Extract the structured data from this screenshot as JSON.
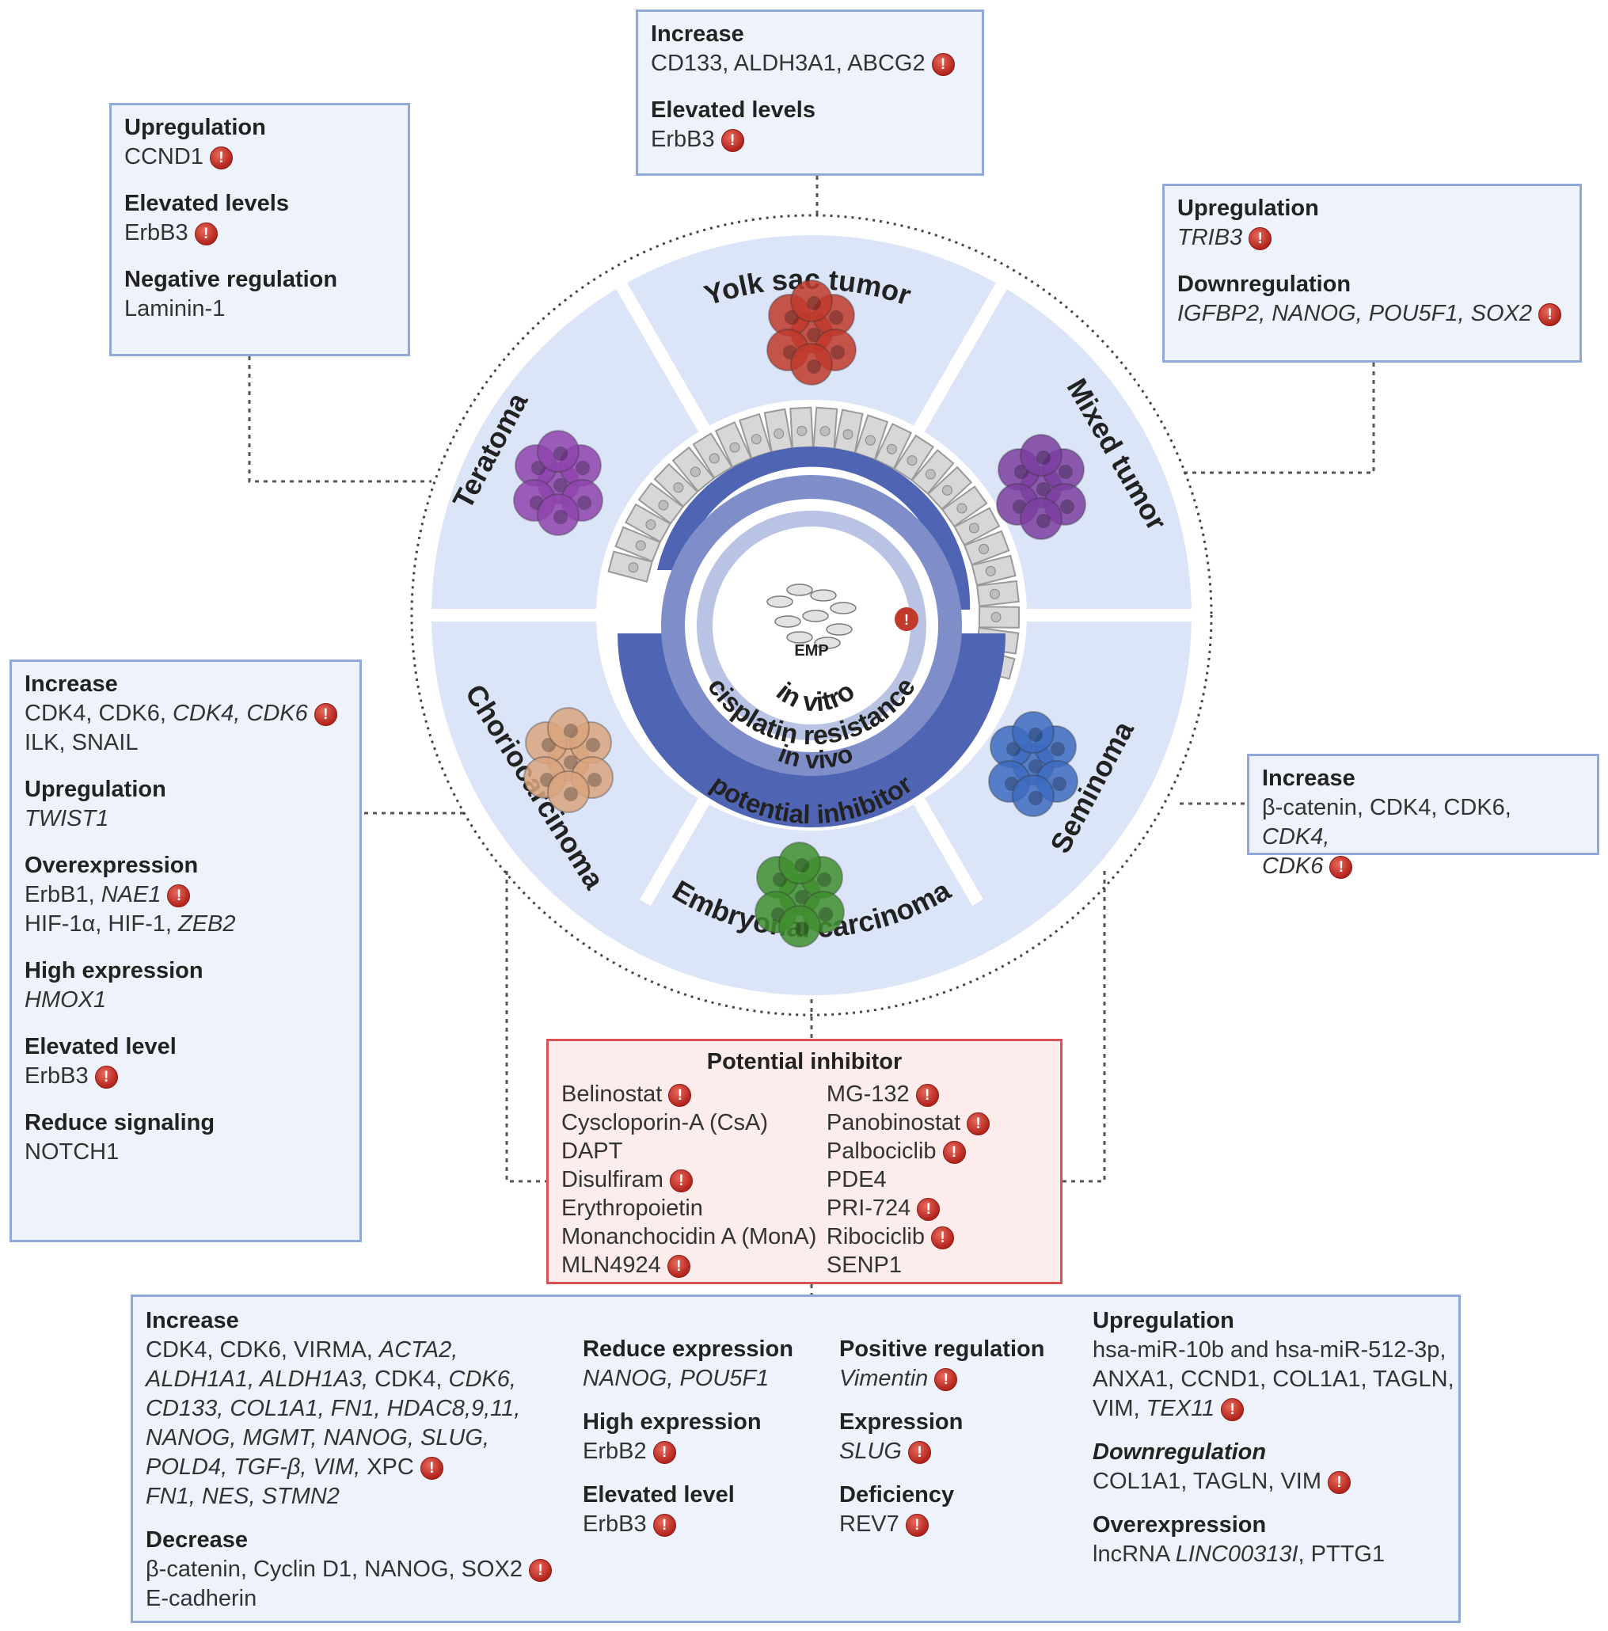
{
  "center": {
    "emp": "EMP",
    "in_vitro": "in vitro",
    "cisplatin_resistance": "cisplatin resistance",
    "in_vivo": "in vivo",
    "potential_inhibitor": "potential inhibitor"
  },
  "segments": {
    "yolk_sac": "Yolk sac tumor",
    "mixed": "Mixed tumor",
    "seminoma": "Seminoma",
    "embryonal": "Embryonal carcinoma",
    "choriocarcinoma": "Choriocarcinoma",
    "teratoma": "Teratoma"
  },
  "colors": {
    "segment_fill": "#dbe5f7",
    "ring_dark": "#5064b4",
    "ring_mid": "#7f8ec9",
    "ring_light": "#b9c4e4",
    "alert_red": "#c0392b",
    "yolk_sac_cells": "#c0392b",
    "mixed_cells": "#7b3fa0",
    "seminoma_cells": "#3d6bbf",
    "embryonal_cells": "#3f8f2f",
    "chorio_cells": "#d9a47e",
    "teratoma_cells": "#8e44ad"
  },
  "teratoma_box": {
    "s1_h": "Upregulation",
    "s1_t": "CCND1",
    "s2_h": "Elevated levels",
    "s2_t": "ErbB3",
    "s3_h": "Negative regulation",
    "s3_t": "Laminin-1"
  },
  "yolk_box": {
    "s1_h": "Increase",
    "s1_t": "CD133, ALDH3A1, ABCG2",
    "s2_h": "Elevated levels",
    "s2_t": "ErbB3"
  },
  "mixed_box": {
    "s1_h": "Upregulation",
    "s1_t": "TRIB3",
    "s2_h": "Downregulation",
    "s2_t": "IGFBP2, NANOG, POU5F1, SOX2"
  },
  "chorio_box": {
    "s1_h": "Increase",
    "s1_l1": "CDK4, CDK6, ",
    "s1_l1i": "CDK4, CDK6",
    "s1_l2": "ILK, SNAIL",
    "s2_h": "Upregulation",
    "s2_t": "TWIST1",
    "s3_h": "Overexpression",
    "s3_l1": "ErbB1, ",
    "s3_l1i": "NAE1",
    "s3_l2": "HIF-1α, HIF-1, ",
    "s3_l2i": "ZEB2",
    "s4_h": "High expression",
    "s4_t": "HMOX1",
    "s5_h": "Elevated level",
    "s5_t": "ErbB3",
    "s6_h": "Reduce signaling",
    "s6_t": "NOTCH1"
  },
  "seminoma_box": {
    "s1_h": "Increase",
    "s1_l1": "β-catenin, CDK4, CDK6, ",
    "s1_l1i": "CDK4,",
    "s1_l2i": "CDK6"
  },
  "inhibitor_box": {
    "title": "Potential inhibitor",
    "left": [
      "Belinostat",
      "Cyscloporin-A (CsA)",
      "DAPT",
      "Disulfiram",
      "Erythropoietin",
      "Monanchocidin A (MonA)",
      "MLN4924"
    ],
    "right": [
      "MG-132",
      "Panobinostat",
      "Palbociclib",
      "PDE4",
      "PRI-724",
      "Ribociclib",
      "SENP1"
    ]
  },
  "embryonal_box": {
    "c1_h": "Increase",
    "c1_l1": "CDK4, CDK6, VIRMA, ",
    "c1_l1i": "ACTA2,",
    "c1_l2i": "ALDH1A1, ALDH1A3,",
    "c1_l2": " CDK4, ",
    "c1_l2i2": "CDK6,",
    "c1_l3i": "CD133, COL1A1, FN1, HDAC8,9,11,",
    "c1_l4i": "NANOG, MGMT, NANOG, SLUG,",
    "c1_l5i": "POLD4, TGF-β, VIM,",
    "c1_l5": " XPC",
    "c1_l6i": "FN1, NES, STMN2",
    "c1_h2": "Decrease",
    "c1_d1": "β-catenin, Cyclin D1, NANOG, SOX2",
    "c1_d2": "E-cadherin",
    "c2_h1": "Reduce expression",
    "c2_t1": "NANOG, POU5F1",
    "c2_h2": "High expression",
    "c2_t2": "ErbB2",
    "c2_h3": "Elevated level",
    "c2_t3": "ErbB3",
    "c3_h1": "Positive regulation",
    "c3_t1": "Vimentin",
    "c3_h2": "Expression",
    "c3_t2": "SLUG",
    "c3_h3": "Deficiency",
    "c3_t3": "REV7",
    "c4_h1": "Upregulation",
    "c4_l1": "hsa-miR-10b and hsa-miR-512-3p,",
    "c4_l2": "ANXA1, CCND1, COL1A1, TAGLN,",
    "c4_l3": "VIM, ",
    "c4_l3i": "TEX11",
    "c4_h2": "Downregulation",
    "c4_t2": "COL1A1, TAGLN, VIM",
    "c4_h3": "Overexpression",
    "c4_l4": "lncRNA ",
    "c4_l4i": "LINC00313I",
    "c4_l4b": ", PTTG1"
  }
}
